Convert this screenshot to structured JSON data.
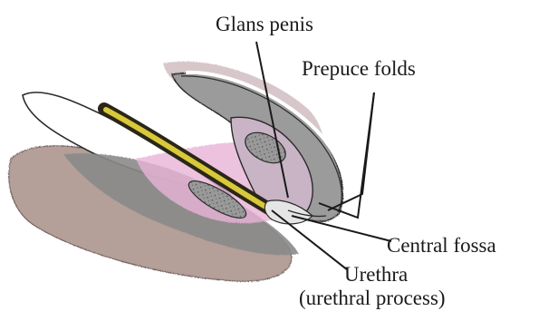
{
  "labels": {
    "glans_penis": "Glans penis",
    "prepuce_folds": "Prepuce folds",
    "central_fossa": "Central fossa",
    "urethra": "Urethra",
    "urethral_process": "(urethral process)"
  },
  "colors": {
    "outline": "#2a2a2a",
    "skin": "#a89088",
    "dark_tissue": "#8a8a8a",
    "mucosa_pink": "#e8b4d8",
    "urethra_yellow": "#d8c83a",
    "urethra_dark": "#2a2618",
    "leader_line": "#1a1a1a"
  }
}
